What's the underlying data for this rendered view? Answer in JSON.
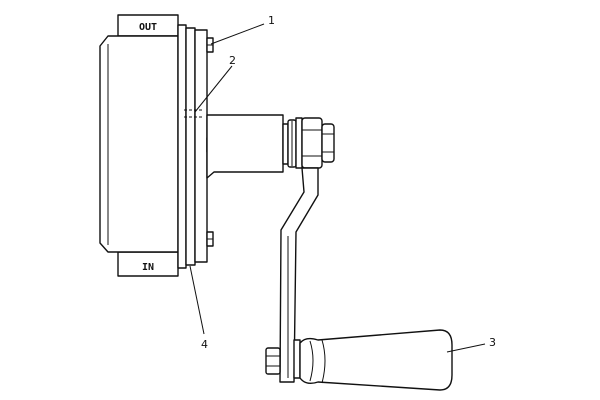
{
  "labels": {
    "out": "OUT",
    "in": "IN"
  },
  "callouts": {
    "c1": "1",
    "c2": "2",
    "c3": "3",
    "c4": "4"
  },
  "colors": {
    "line": "#111111",
    "background": "#ffffff"
  }
}
